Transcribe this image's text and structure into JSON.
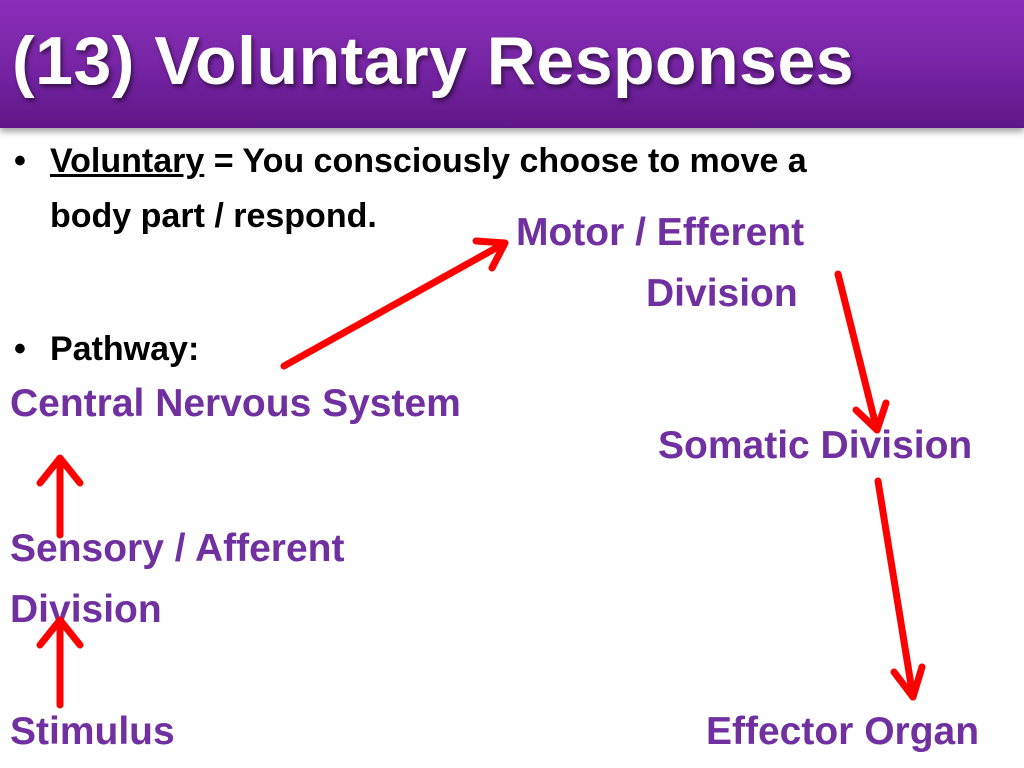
{
  "title": "(13)  Voluntary Responses",
  "bullets": {
    "b1_term": "Voluntary",
    "b1_rest": " = You consciously choose to move a",
    "b1_line2": "body part / respond.",
    "b2": "Pathway:"
  },
  "pathway": {
    "cns": "Central Nervous System",
    "sensory_line1": "Sensory / Afferent",
    "sensory_line2": "Division",
    "stimulus": "Stimulus",
    "motor_line1": "Motor / Efferent",
    "motor_line2": "Division",
    "somatic": "Somatic Division",
    "effector": "Effector Organ"
  },
  "colors": {
    "title_bg": "#7a26a8",
    "node_text": "#7030a0",
    "arrow": "#ff0000"
  }
}
